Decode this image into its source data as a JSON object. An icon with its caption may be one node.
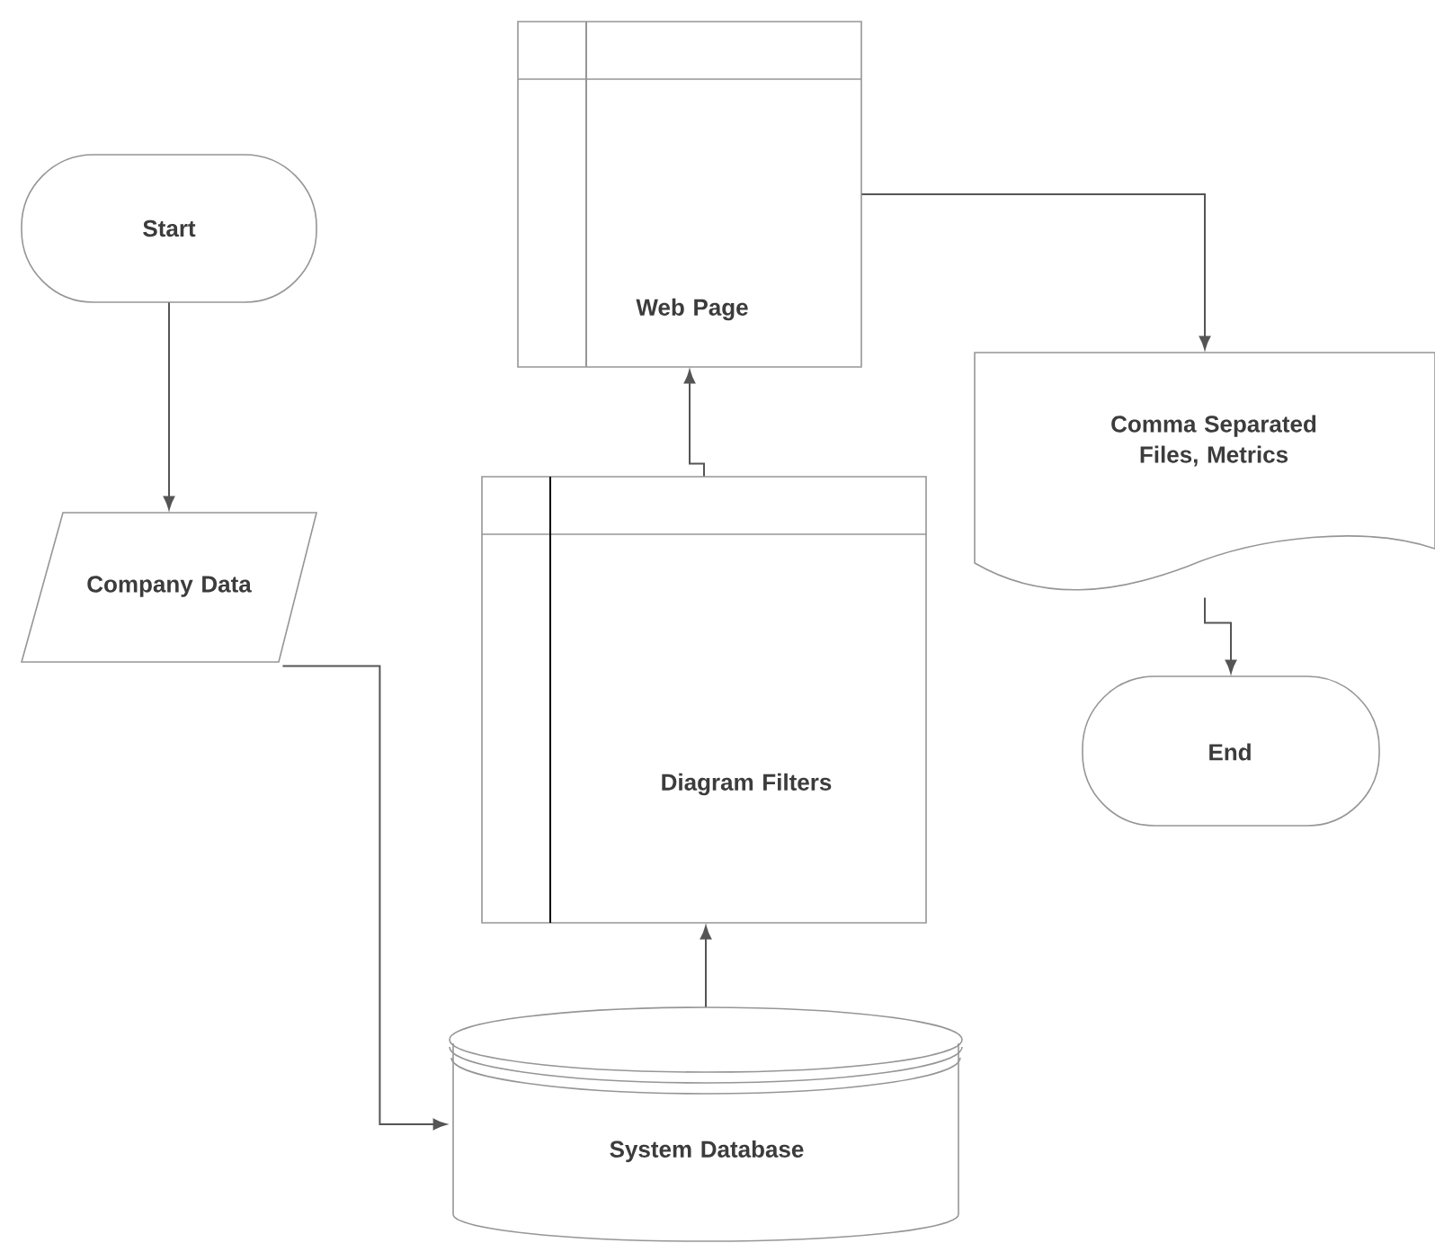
{
  "diagram": {
    "nodes": [
      {
        "text": [
          "Start"
        ]
      },
      {
        "text": [
          "Company Data"
        ]
      },
      {
        "text": [
          "System Database"
        ]
      },
      {
        "text": [
          "Diagram Filters"
        ]
      },
      {
        "text": [
          "Web Page"
        ]
      },
      {
        "text": [
          "Comma Separated Files, Metrics"
        ]
      },
      {
        "text": [
          "End"
        ]
      }
    ],
    "edges": [
      {
        "from": 0,
        "to": 1,
        "arrow": "to"
      },
      {
        "from": 1,
        "to": 2,
        "arrow": "to"
      },
      {
        "from": 2,
        "to": 3,
        "arrow": "to"
      },
      {
        "from": 3,
        "to": 4,
        "arrow": "to"
      },
      {
        "from": 4,
        "to": 5,
        "arrow": "to"
      },
      {
        "from": 5,
        "to": 6,
        "arrow": "to"
      }
    ]
  }
}
